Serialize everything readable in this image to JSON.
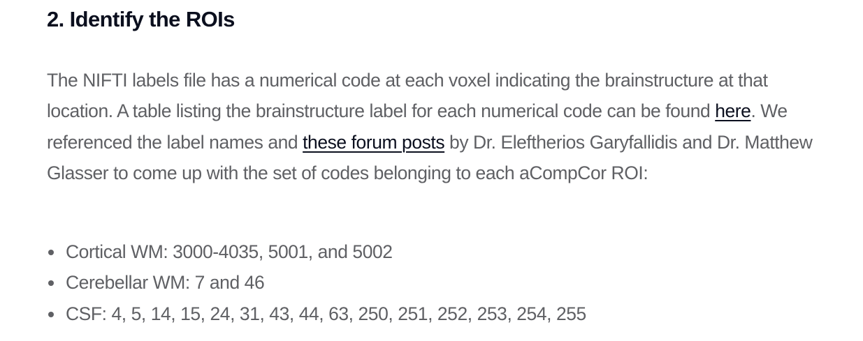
{
  "section": {
    "heading": "2. Identify the ROIs"
  },
  "intro": {
    "text_1": "The NIFTI labels file has a numerical code at each voxel indicating the brainstructure at that location. A table listing the brainstructure label for each numerical code can be found ",
    "link_here": "here",
    "text_2": ". We referenced the label names and ",
    "link_forum": "these forum posts",
    "text_3": " by Dr. Eleftherios Garyfallidis and Dr. Matthew Glasser to come up with the set of codes belonging to each aCompCor ROI:"
  },
  "roi_list": [
    "Cortical WM: 3000-4035, 5001, and 5002",
    "Cerebellar WM: 7 and 46",
    "CSF: 4, 5, 14, 15, 24, 31, 43, 44, 63, 250, 251, 252, 253, 254, 255"
  ]
}
